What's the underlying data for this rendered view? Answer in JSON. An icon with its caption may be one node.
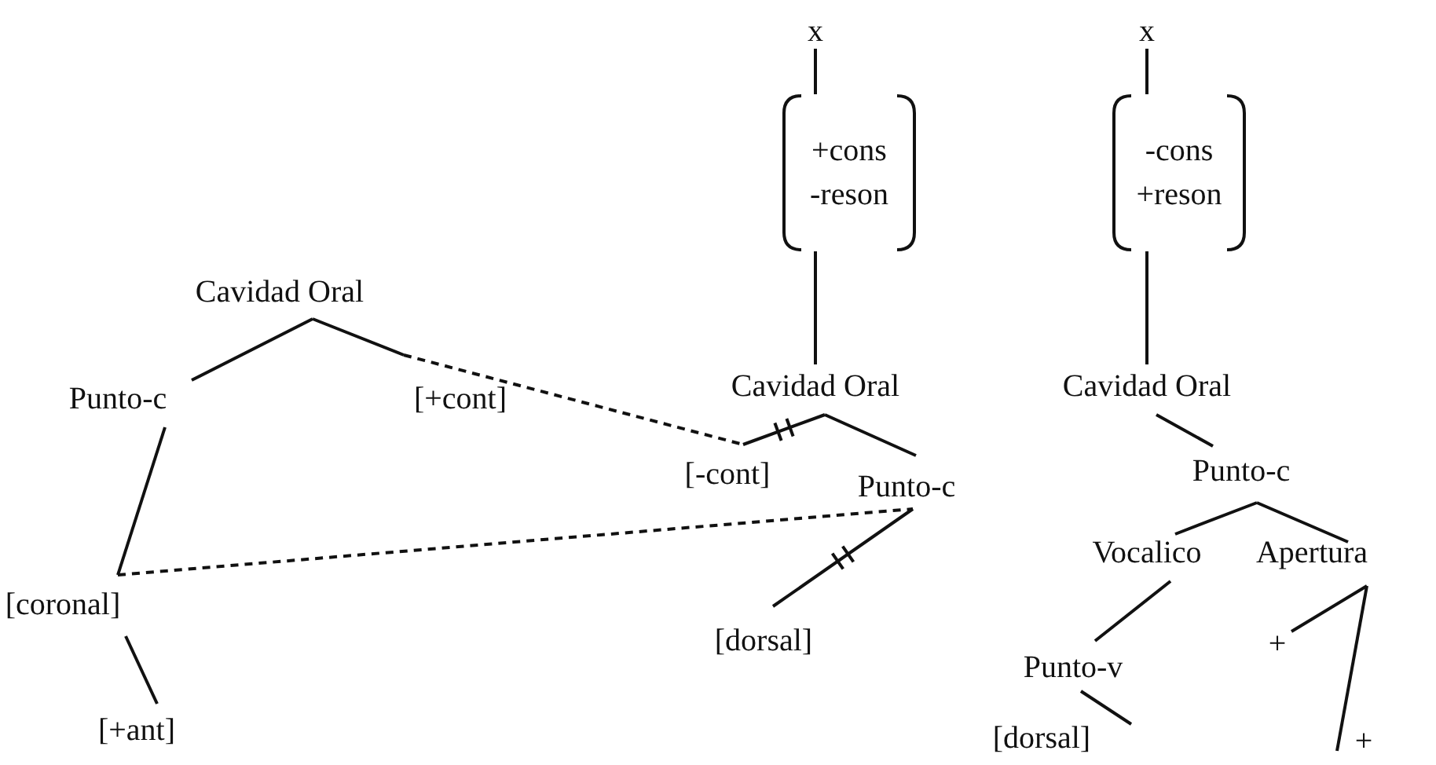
{
  "diagram": {
    "nodes": [
      {
        "text": [
          "x"
        ]
      },
      {
        "text": [
          "x"
        ]
      },
      {
        "text": [
          "+cons -reson"
        ]
      },
      {
        "text": [
          "-cons +reson"
        ]
      },
      {
        "text": [
          "Cavidad Oral"
        ]
      },
      {
        "text": [
          "Cavidad Oral"
        ]
      },
      {
        "text": [
          "Cavidad Oral"
        ]
      },
      {
        "text": [
          "Punto-c"
        ]
      },
      {
        "text": [
          "[+cont]"
        ]
      },
      {
        "text": [
          "[-cont]"
        ]
      },
      {
        "text": [
          "Punto-c"
        ]
      },
      {
        "text": [
          "Punto-c"
        ]
      },
      {
        "text": [
          "Vocalico"
        ]
      },
      {
        "text": [
          "Apertura"
        ]
      },
      {
        "text": [
          "[coronal]"
        ]
      },
      {
        "text": [
          "[dorsal]"
        ]
      },
      {
        "text": [
          "+"
        ]
      },
      {
        "text": [
          "Punto-v"
        ]
      },
      {
        "text": [
          "[+ant]"
        ]
      },
      {
        "text": [
          "[dorsal]"
        ]
      },
      {
        "text": [
          "+"
        ]
      }
    ],
    "edges": [
      {
        "from": 0,
        "to": 2,
        "arrow": "none"
      },
      {
        "from": 2,
        "to": 5,
        "arrow": "none"
      },
      {
        "from": 1,
        "to": 3,
        "arrow": "none"
      },
      {
        "from": 3,
        "to": 6,
        "arrow": "none"
      },
      {
        "from": 4,
        "to": 7,
        "arrow": "none"
      },
      {
        "from": 4,
        "to": 8,
        "arrow": "none"
      },
      {
        "from": 8,
        "to": 9,
        "arrow": "none",
        "style": "dashed"
      },
      {
        "from": 5,
        "to": 9,
        "arrow": "none"
      },
      {
        "from": 5,
        "to": 11,
        "arrow": "none"
      },
      {
        "from": 7,
        "to": 14,
        "arrow": "none"
      },
      {
        "from": 14,
        "to": 18,
        "arrow": "none"
      },
      {
        "from": 14,
        "to": 11,
        "arrow": "none",
        "style": "dashed"
      },
      {
        "from": 11,
        "to": 15,
        "arrow": "none"
      },
      {
        "from": 6,
        "to": 10,
        "arrow": "none"
      },
      {
        "from": 10,
        "to": 12,
        "arrow": "none"
      },
      {
        "from": 10,
        "to": 13,
        "arrow": "none"
      },
      {
        "from": 12,
        "to": 17,
        "arrow": "none"
      },
      {
        "from": 17,
        "to": 19,
        "arrow": "none"
      },
      {
        "from": 13,
        "to": 16,
        "arrow": "none"
      },
      {
        "from": 13,
        "to": 20,
        "arrow": "none"
      }
    ]
  }
}
